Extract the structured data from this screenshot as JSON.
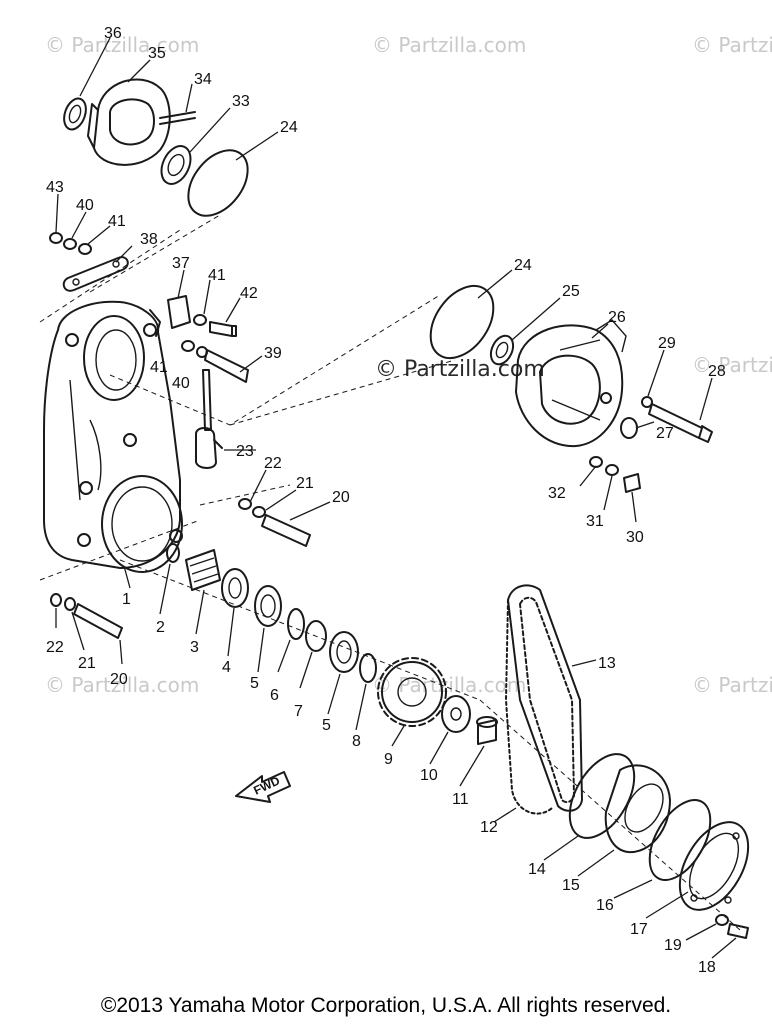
{
  "watermark": "© Partzilla.com",
  "watermark_center": "© Partzilla.com",
  "fwd_label": "FWD",
  "callouts": {
    "c36": "36",
    "c35": "35",
    "c34": "34",
    "c33": "33",
    "c24a": "24",
    "c43": "43",
    "c40a": "40",
    "c41a": "41",
    "c38": "38",
    "c37": "37",
    "c41b": "41",
    "c42": "42",
    "c41c": "41",
    "c40b": "40",
    "c39": "39",
    "c23": "23",
    "c22a": "22",
    "c21a": "21",
    "c20a": "20",
    "c24b": "24",
    "c25": "25",
    "c26": "26",
    "c29": "29",
    "c28": "28",
    "c27": "27",
    "c32": "32",
    "c31": "31",
    "c30": "30",
    "c1": "1",
    "c2": "2",
    "c3": "3",
    "c4": "4",
    "c5a": "5",
    "c6": "6",
    "c7": "7",
    "c5b": "5",
    "c8": "8",
    "c9": "9",
    "c10": "10",
    "c11": "11",
    "c12": "12",
    "c13": "13",
    "c14": "14",
    "c15": "15",
    "c16": "16",
    "c17": "17",
    "c18": "18",
    "c19": "19",
    "c22b": "22",
    "c21b": "21",
    "c20b": "20"
  },
  "copyright": "©2013  Yamaha Motor Corporation, U.S.A. All rights reserved."
}
